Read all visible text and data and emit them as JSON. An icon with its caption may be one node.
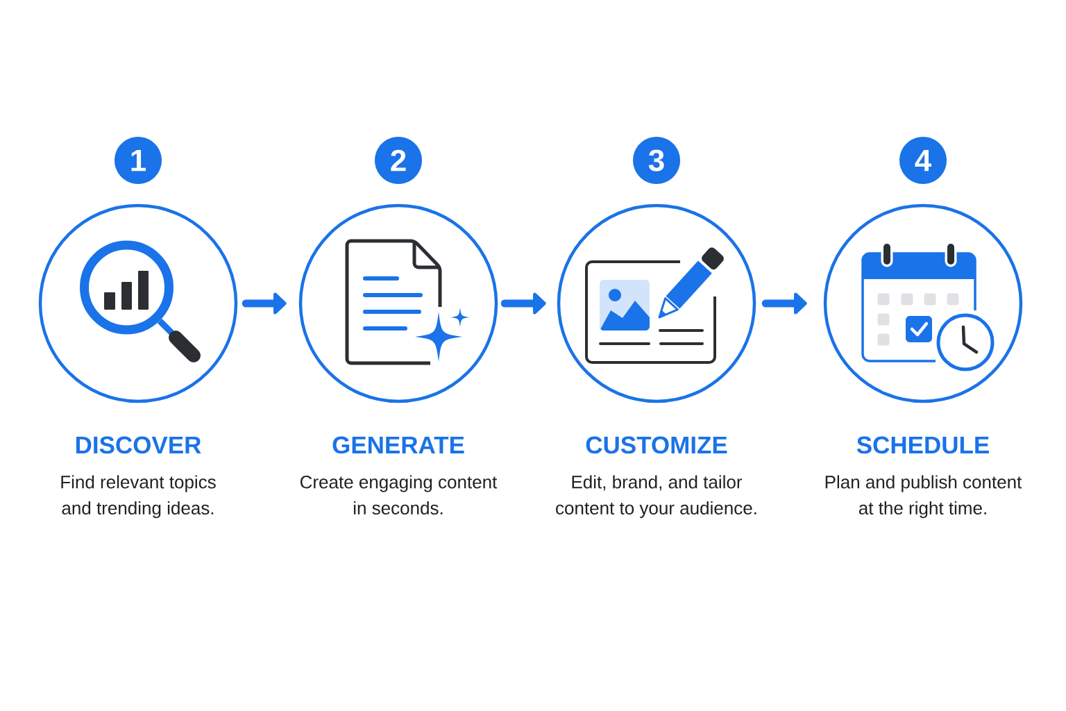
{
  "diagram": {
    "nodes": [
      {
        "text": [
          "1"
        ]
      },
      {
        "text": [
          "DISCOVER",
          "Find relevant topics and trending ideas."
        ]
      },
      {
        "text": [
          "2"
        ]
      },
      {
        "text": [
          "GENERATE",
          "Create engaging content in seconds."
        ]
      },
      {
        "text": [
          "3"
        ]
      },
      {
        "text": [
          "CUSTOMIZE",
          "Edit, brand, and tailor content to your audience."
        ]
      },
      {
        "text": [
          "4"
        ]
      },
      {
        "text": [
          "SCHEDULE",
          "Plan and publish content at the right time."
        ]
      }
    ],
    "edges": [
      {
        "from": 1,
        "to": 3,
        "arrow": "to"
      },
      {
        "from": 3,
        "to": 5,
        "arrow": "to"
      },
      {
        "from": 5,
        "to": 7,
        "arrow": "to"
      }
    ]
  }
}
